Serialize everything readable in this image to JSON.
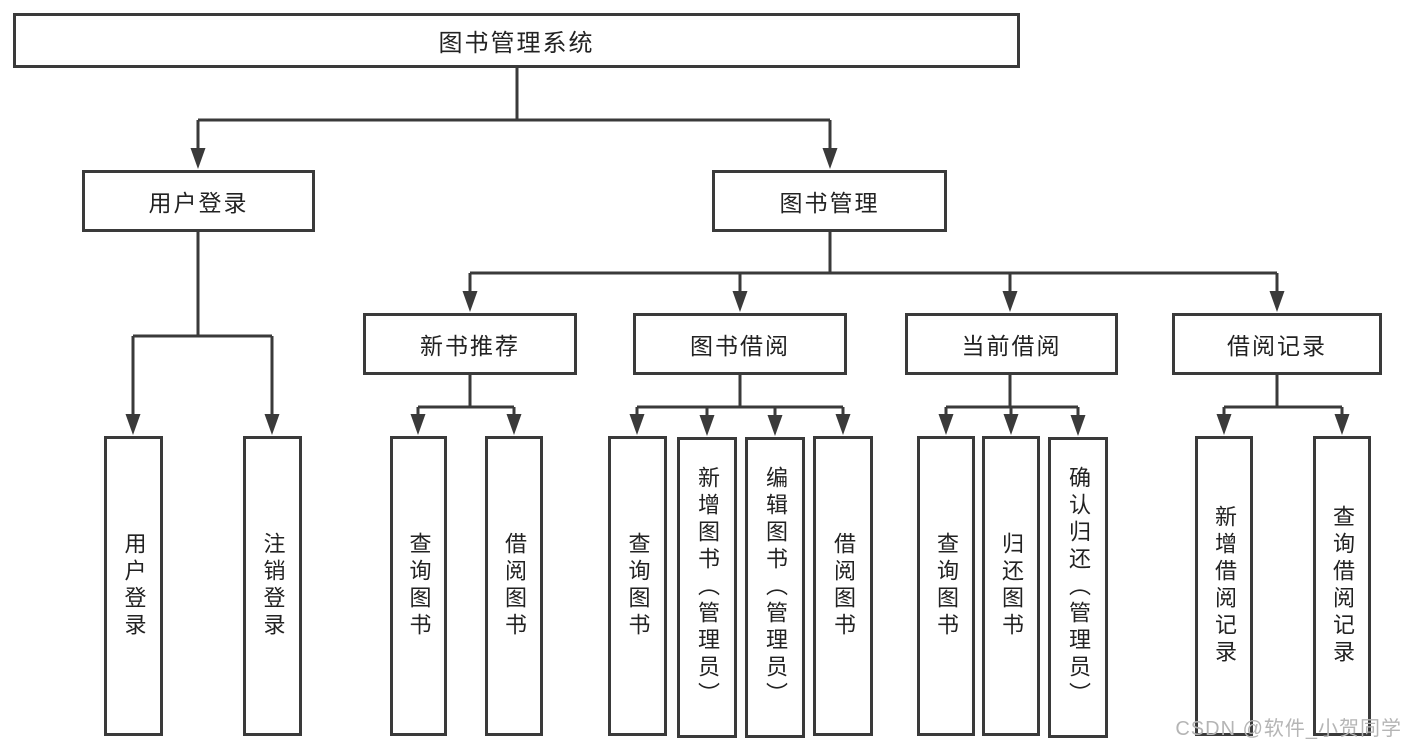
{
  "diagram": {
    "title": "图书管理系统",
    "nodes": [
      {
        "id": "root",
        "label": "图书管理系统",
        "parent": null
      },
      {
        "id": "user-login",
        "label": "用户登录",
        "parent": "root"
      },
      {
        "id": "book-mgmt",
        "label": "图书管理",
        "parent": "root"
      },
      {
        "id": "ul-login",
        "label": "用户登录",
        "parent": "user-login"
      },
      {
        "id": "ul-logout",
        "label": "注销登录",
        "parent": "user-login"
      },
      {
        "id": "new-book",
        "label": "新书推荐",
        "parent": "book-mgmt"
      },
      {
        "id": "book-borrow",
        "label": "图书借阅",
        "parent": "book-mgmt"
      },
      {
        "id": "current-borrow",
        "label": "当前借阅",
        "parent": "book-mgmt"
      },
      {
        "id": "borrow-records",
        "label": "借阅记录",
        "parent": "book-mgmt"
      },
      {
        "id": "nb-query",
        "label": "查询图书",
        "parent": "new-book"
      },
      {
        "id": "nb-borrow",
        "label": "借阅图书",
        "parent": "new-book"
      },
      {
        "id": "bb-query",
        "label": "查询图书",
        "parent": "book-borrow"
      },
      {
        "id": "bb-add",
        "label": "新增图书（管理员）",
        "parent": "book-borrow"
      },
      {
        "id": "bb-edit",
        "label": "编辑图书（管理员）",
        "parent": "book-borrow"
      },
      {
        "id": "bb-borrow",
        "label": "借阅图书",
        "parent": "book-borrow"
      },
      {
        "id": "cb-query",
        "label": "查询图书",
        "parent": "current-borrow"
      },
      {
        "id": "cb-return",
        "label": "归还图书",
        "parent": "current-borrow"
      },
      {
        "id": "cb-confirm",
        "label": "确认归还（管理员）",
        "parent": "current-borrow"
      },
      {
        "id": "br-add",
        "label": "新增借阅记录",
        "parent": "borrow-records"
      },
      {
        "id": "br-query",
        "label": "查询借阅记录",
        "parent": "borrow-records"
      }
    ]
  },
  "watermark": "CSDN @软件_小贺同学",
  "colors": {
    "line": "#3a3a3a",
    "box_border": "#3a3a3a",
    "text": "#222222",
    "watermark": "#b5b5b5",
    "background": "#ffffff"
  }
}
